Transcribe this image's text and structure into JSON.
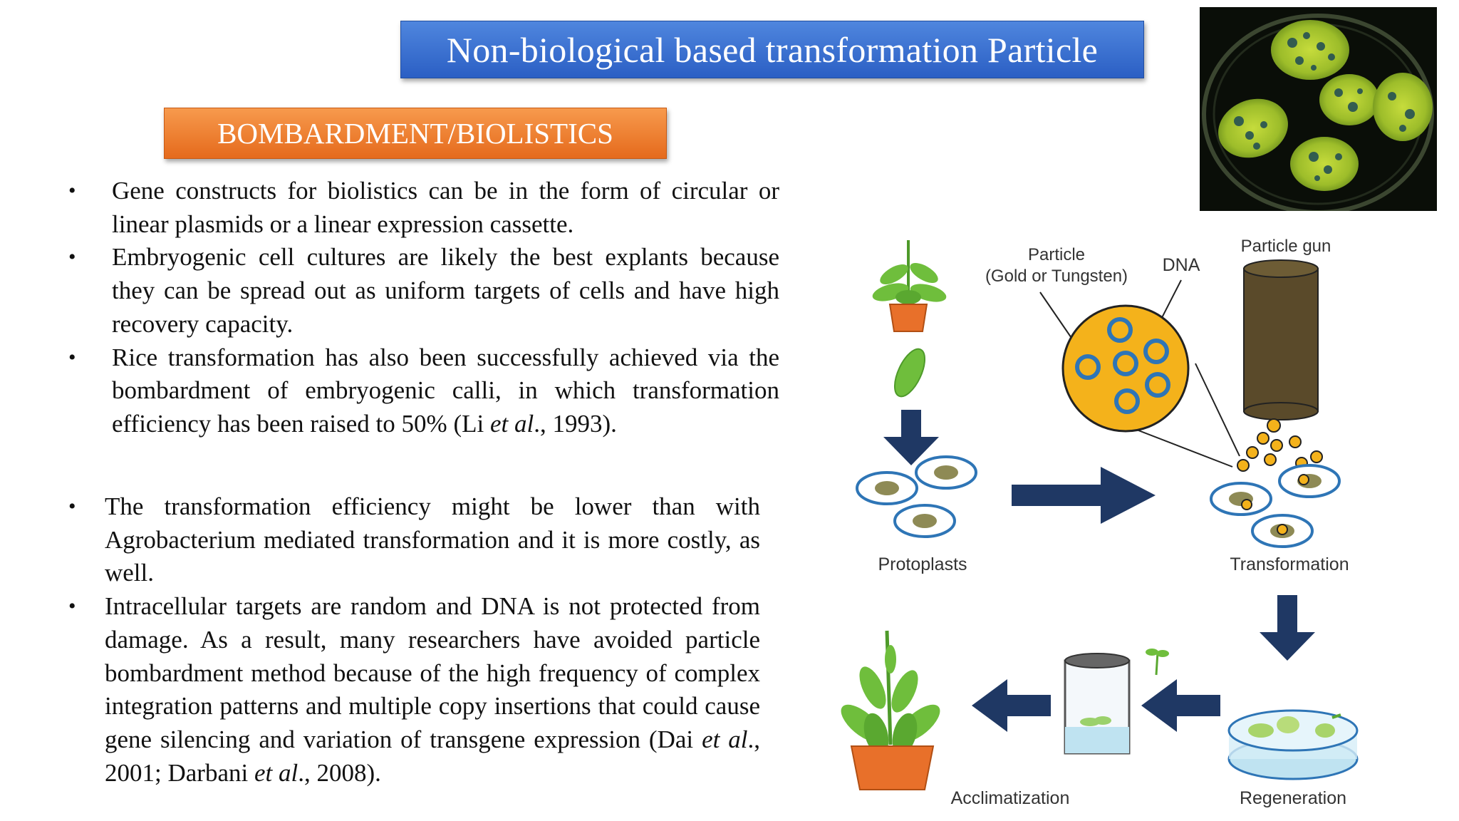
{
  "title": "Non-biological based transformation Particle",
  "subtitle": "BOMBARDMENT/BIOLISTICS",
  "bullet_glyph": "•",
  "bullets_top": [
    {
      "text": "Gene constructs for biolistics can be in the form of circular or linear plasmids or a linear expression cassette."
    },
    {
      "text": "Embryogenic cell cultures are likely the best explants because they can be spread out as uniform targets of cells and have high recovery capacity."
    },
    {
      "pre": "Rice transformation has also been successfully achieved via the bombardment of embryogenic calli, in which transformation efficiency has been raised to 50% (Li ",
      "em": "et al",
      "post": "., 1993)."
    }
  ],
  "bullets_bottom": [
    {
      "text": "The transformation efficiency might be lower than with Agrobacterium mediated transformation and it is more costly, as well."
    },
    {
      "pre": "Intracellular targets are random and DNA is not protected from damage. As a result, many researchers have avoided particle bombardment method because of the high frequency of complex integration patterns and multiple copy insertions that could cause gene silencing and variation of transgene expression (Dai ",
      "em": "et al",
      "mid": "., 2001; Darbani ",
      "em2": "et al",
      "post": "., 2008)."
    }
  ],
  "photo": {
    "subject": "leaf explants with blue GUS staining in a petri dish"
  },
  "diagram": {
    "labels": {
      "particle": "Particle",
      "particle_material": "(Gold or Tungsten)",
      "dna": "DNA",
      "gun": "Particle gun",
      "protoplasts": "Protoplasts",
      "transformation": "Transformation",
      "acclimatization": "Acclimatization",
      "regeneration": "Regeneration"
    },
    "colors": {
      "arrow": "#1f3864",
      "plant": "#6fbe3c",
      "pot": "#e8702a",
      "particle": "#f4b21b",
      "ring": "#2e75b6",
      "gun": "#5a4a2a"
    }
  }
}
